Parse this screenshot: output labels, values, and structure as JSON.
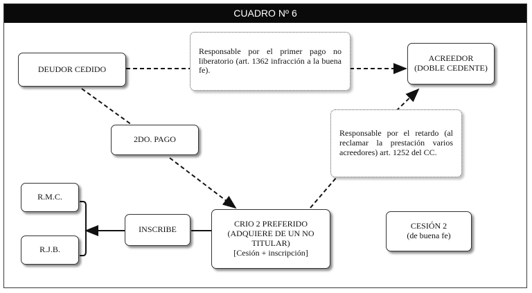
{
  "header": {
    "title": "CUADRO Nº 6"
  },
  "nodes": {
    "deudor_cedido": "DEUDOR CEDIDO",
    "acreedor_line1": "ACREEDOR",
    "acreedor_line2": "(DOBLE CEDENTE)",
    "segundo_pago": "2DO. PAGO",
    "rmc": "R.M.C.",
    "rjb": "R.J.B.",
    "inscribe": "INSCRIBE",
    "crio_line1": "CRIO 2 PREFERIDO",
    "crio_line2": "(ADQUIERE DE UN NO TITULAR)",
    "crio_line3": "[Cesión + inscripción]",
    "cesion_line1": "CESIÓN 2",
    "cesion_line2": "(de buena fe)"
  },
  "notes": {
    "primer_pago": "Responsable por el primer pago no liberatorio (art. 1362 infracción a la buena fe).",
    "retardo": "Responsable por el retardo (al reclamar la prestación varios acreedores) art. 1252 del CC."
  }
}
